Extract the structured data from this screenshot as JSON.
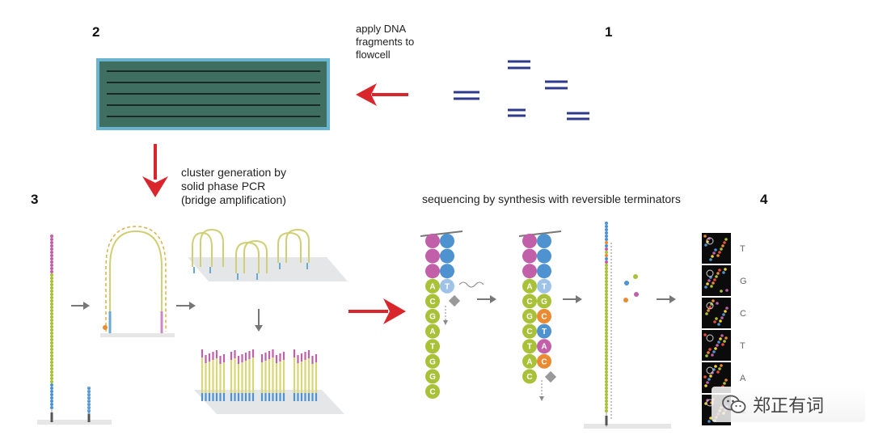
{
  "steps": {
    "step1": {
      "number": "1"
    },
    "step2": {
      "number": "2"
    },
    "step3": {
      "number": "3"
    },
    "step4": {
      "number": "4"
    }
  },
  "captions": {
    "apply": [
      "apply DNA",
      "fragments to",
      "flowcell"
    ],
    "cluster": [
      "cluster generation by",
      "solid phase PCR",
      "(bridge amplification)"
    ],
    "sequencing": "sequencing by synthesis with reversible terminators"
  },
  "strand1": [
    "A",
    "C",
    "G",
    "A",
    "T",
    "G",
    "G",
    "C"
  ],
  "strand2": [
    "A",
    "C",
    "G",
    "C",
    "T",
    "A",
    "C"
  ],
  "readout": [
    "T",
    "G",
    "C",
    "T",
    "A",
    "C"
  ],
  "watermark": {
    "text": "郑正有词"
  },
  "colors": {
    "arrow_red": "#d9262c",
    "fragment_blue": "#2e3a8c",
    "flowcell_fill": "#3e6f61",
    "flowcell_border": "#69b4d0",
    "nt_green": "#a8c139",
    "nt_pink": "#c15fa9",
    "nt_blue": "#4e93d0",
    "nt_orange": "#ea8a33",
    "nt_lightblue": "#9fc3e7",
    "strand_yellow": "#d9d676",
    "gray": "#777777"
  },
  "icons": [
    "arrow-right-icon",
    "arrow-down-icon",
    "wechat-icon"
  ]
}
